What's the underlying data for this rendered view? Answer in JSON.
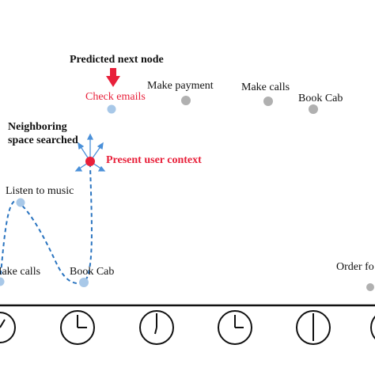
{
  "annotations": {
    "predicted_next_node": "Predicted next node",
    "neighboring_space_line1": "Neighboring",
    "neighboring_space_line2": "space searched",
    "present_user_context": "Present user context"
  },
  "nodes": {
    "check_emails": "Check emails",
    "make_payment": "Make payment",
    "make_calls_top": "Make calls",
    "book_cab_top": "Book Cab",
    "listen_to_music": "Listen to music",
    "make_calls_bottom": "Make calls",
    "book_cab_bottom": "Book Cab",
    "order_food": "Order fo"
  },
  "colors": {
    "visited_node": "#a8c8e8",
    "unvisited_node": "#b0b0b0",
    "present_context": "#e8203a",
    "path": "#2a74c0",
    "label_red": "#e8203a"
  },
  "icons": [
    "clock-icon",
    "arrow-down-icon"
  ]
}
